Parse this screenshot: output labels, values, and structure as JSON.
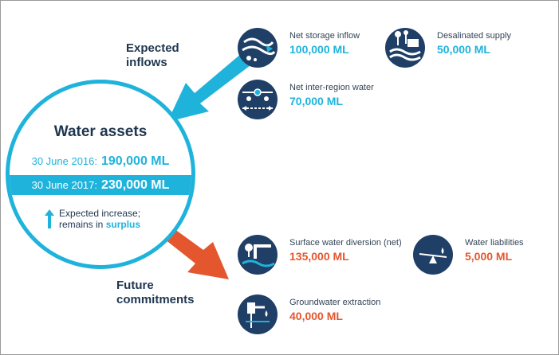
{
  "colors": {
    "inflow_accent": "#1fb3dc",
    "commitment_accent": "#e4572e",
    "icon_navy": "#1f3f66",
    "text_navy": "#1f3650"
  },
  "inflows": {
    "heading_line1": "Expected",
    "heading_line2": "inflows",
    "arrow_icon": "down-left-arrow",
    "items": [
      {
        "label": "Net storage inflow",
        "value": "100,000 ML",
        "icon": "river-flow-icon"
      },
      {
        "label": "Desalinated supply",
        "value": "50,000 ML",
        "icon": "desalination-plant-icon"
      },
      {
        "label": "Net inter-region water",
        "value": "70,000 ML",
        "icon": "inter-region-icon"
      }
    ]
  },
  "assets": {
    "title": "Water assets",
    "rows": [
      {
        "date": "30 June 2016:",
        "value": "190,000 ML"
      },
      {
        "date": "30 June 2017:",
        "value": "230,000 ML"
      }
    ],
    "note_line1": "Expected increase;",
    "note_line2_prefix": "remains in",
    "note_highlight": "surplus",
    "note_icon": "up-arrow"
  },
  "commitments": {
    "heading_line1": "Future",
    "heading_line2": "commitments",
    "arrow_icon": "down-right-arrow",
    "items": [
      {
        "label": "Surface water diversion (net)",
        "value": "135,000 ML",
        "icon": "pipe-diversion-icon"
      },
      {
        "label": "Water liabilities",
        "value": "5,000 ML",
        "icon": "balance-scale-icon"
      },
      {
        "label": "Groundwater extraction",
        "value": "40,000 ML",
        "icon": "bore-pump-icon"
      }
    ]
  }
}
